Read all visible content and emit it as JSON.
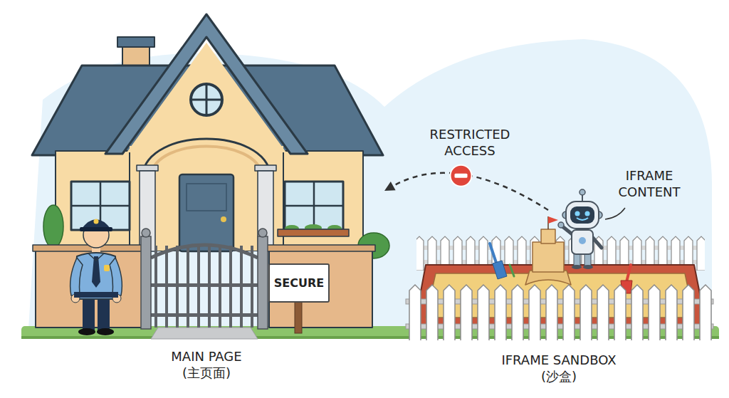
{
  "diagram": {
    "nodes": [
      {
        "text": [
          "MAIN PAGE (主页面)"
        ]
      },
      {
        "text": [
          "SECURE"
        ],
        "in": 0
      },
      {
        "text": [
          "IFRAME SANDBOX (沙盒)"
        ]
      }
    ],
    "edges": [
      {
        "from": 2,
        "to": 0,
        "arrow": "to",
        "label": "RESTRICTED ACCESS"
      }
    ],
    "labels": [
      "IFRAME CONTENT"
    ]
  }
}
